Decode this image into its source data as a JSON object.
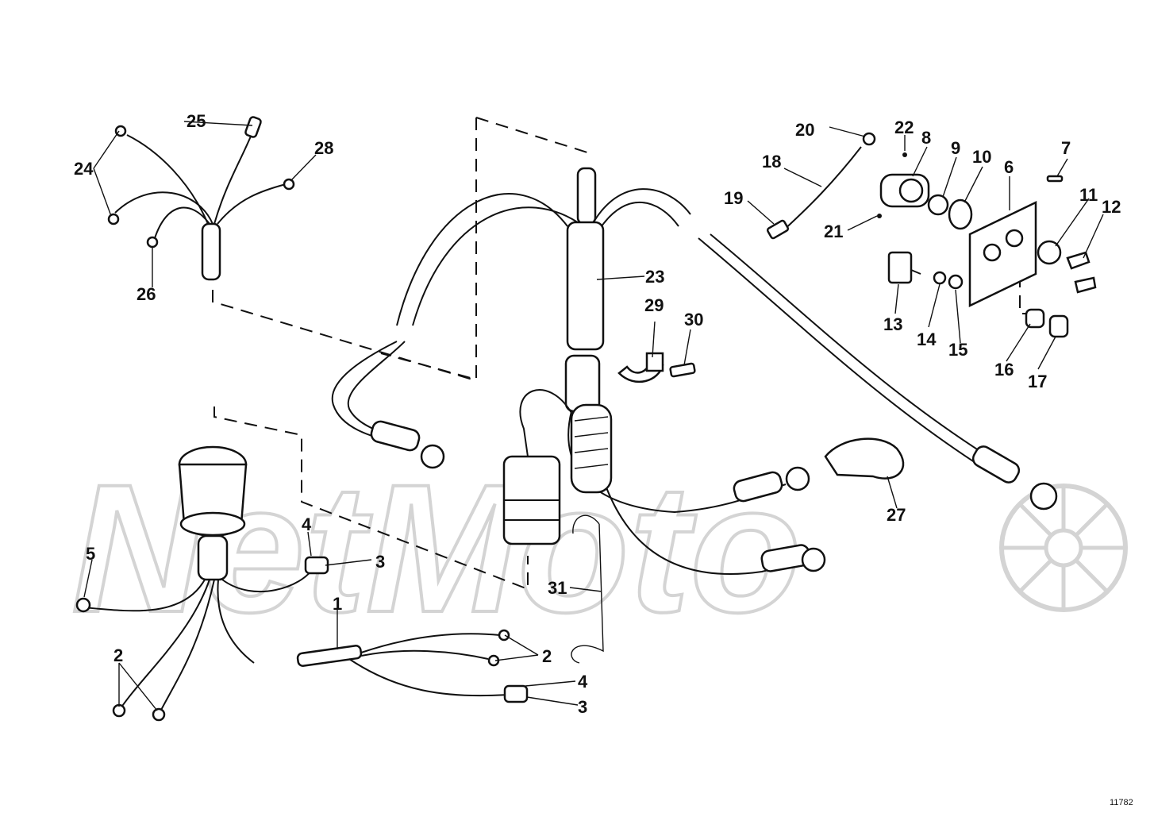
{
  "watermark": {
    "text": "NetMoto",
    "color": "#d4d4d4"
  },
  "drawing_number": "11782",
  "callouts": [
    {
      "id": "c1",
      "text": "1"
    },
    {
      "id": "c2a",
      "text": "2"
    },
    {
      "id": "c2b",
      "text": "2"
    },
    {
      "id": "c3a",
      "text": "3"
    },
    {
      "id": "c3b",
      "text": "3"
    },
    {
      "id": "c4a",
      "text": "4"
    },
    {
      "id": "c4b",
      "text": "4"
    },
    {
      "id": "c5",
      "text": "5"
    },
    {
      "id": "c6",
      "text": "6"
    },
    {
      "id": "c7",
      "text": "7"
    },
    {
      "id": "c8",
      "text": "8"
    },
    {
      "id": "c9",
      "text": "9"
    },
    {
      "id": "c10",
      "text": "10"
    },
    {
      "id": "c11",
      "text": "11"
    },
    {
      "id": "c12",
      "text": "12"
    },
    {
      "id": "c13",
      "text": "13"
    },
    {
      "id": "c14",
      "text": "14"
    },
    {
      "id": "c15",
      "text": "15"
    },
    {
      "id": "c16",
      "text": "16"
    },
    {
      "id": "c17",
      "text": "17"
    },
    {
      "id": "c18",
      "text": "18"
    },
    {
      "id": "c19",
      "text": "19"
    },
    {
      "id": "c20",
      "text": "20"
    },
    {
      "id": "c21",
      "text": "21"
    },
    {
      "id": "c22",
      "text": "22"
    },
    {
      "id": "c23",
      "text": "23"
    },
    {
      "id": "c24",
      "text": "24"
    },
    {
      "id": "c25",
      "text": "25"
    },
    {
      "id": "c26",
      "text": "26"
    },
    {
      "id": "c27",
      "text": "27"
    },
    {
      "id": "c28",
      "text": "28"
    },
    {
      "id": "c29",
      "text": "29"
    },
    {
      "id": "c30",
      "text": "30"
    },
    {
      "id": "c31",
      "text": "31"
    }
  ]
}
